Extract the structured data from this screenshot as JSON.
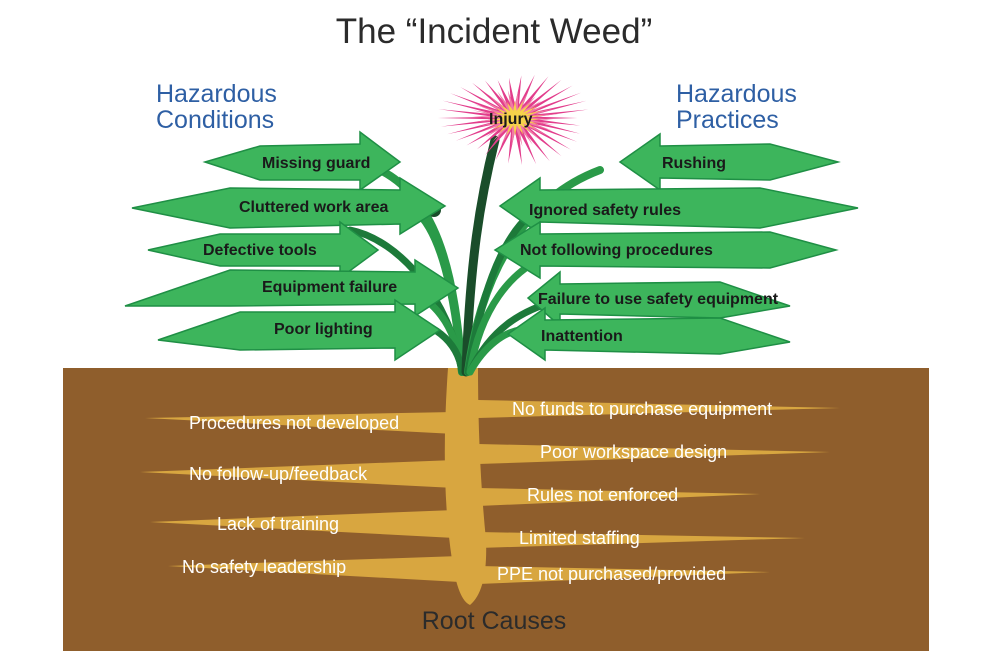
{
  "title": "The “Incident Weed”",
  "left_header": {
    "line1": "Hazardous",
    "line2": "Conditions"
  },
  "right_header": {
    "line1": "Hazardous",
    "line2": "Practices"
  },
  "flower_label": "Injury",
  "left_leaves": [
    "Missing guard",
    "Cluttered work area",
    "Defective tools",
    "Equipment failure",
    "Poor lighting"
  ],
  "right_leaves": [
    "Rushing",
    "Ignored safety rules",
    "Not following procedures",
    "Failure to use safety equipment",
    "Inattention"
  ],
  "left_roots": [
    "Procedures not developed",
    "No follow-up/feedback",
    "Lack of training",
    "No safety leadership"
  ],
  "right_roots": [
    "No funds to purchase equipment",
    "Poor workspace design",
    "Rules not enforced",
    "Limited staffing",
    "PPE not purchased/provided"
  ],
  "footer": "Root Causes",
  "colors": {
    "soil": "#8f5e2c",
    "root": "#d8a640",
    "leaf": "#3db55c",
    "leaf_dark": "#1f8f45",
    "stem": "#2a9a48",
    "petal": "#e23d8c",
    "petal_center": "#f6d24a",
    "header": "#2e5fa4"
  }
}
